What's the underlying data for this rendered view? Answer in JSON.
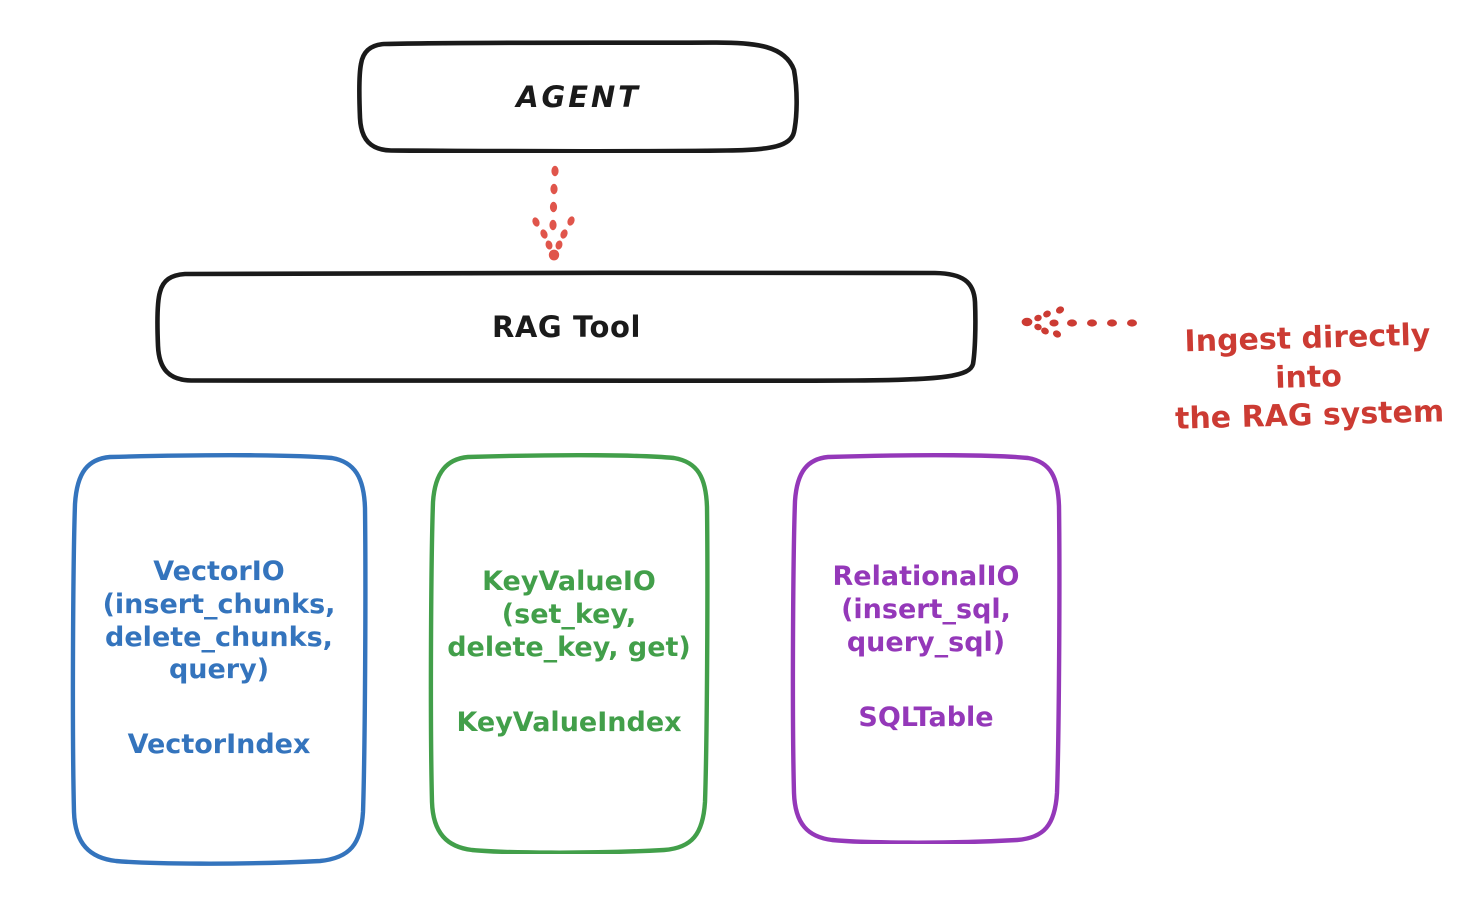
{
  "diagram": {
    "title_nodes": {
      "agent": {
        "label": "AGENT"
      },
      "rag_tool": {
        "label": "RAG Tool"
      }
    },
    "leaf_nodes": [
      {
        "id": "vector-io",
        "title": "VectorIO\n(insert_chunks,\ndelete_chunks,\nquery)",
        "index": "VectorIndex",
        "color": "#3474bd"
      },
      {
        "id": "key-value-io",
        "title": "KeyValueIO\n(set_key,\ndelete_key, get)",
        "index": "KeyValueIndex",
        "color": "#429f4a"
      },
      {
        "id": "relational-io",
        "title": "RelationalIO\n(insert_sql,\nquery_sql)",
        "index": "SQLTable",
        "color": "#9438b9"
      }
    ],
    "annotation": {
      "text": "Ingest directly into\nthe RAG system",
      "color": "#cc3b33"
    },
    "connectors": [
      {
        "id": "agent-to-rag-tool",
        "style": "dotted-arrow",
        "direction": "down",
        "color": "#e0554b"
      },
      {
        "id": "ingest-into-rag-tool",
        "style": "dotted-arrow",
        "direction": "left",
        "color": "#cc3b33"
      }
    ],
    "colors": {
      "stroke_black": "#1a1a1a",
      "background": "#ffffff",
      "blue": "#3474bd",
      "green": "#429f4a",
      "purple": "#9438b9",
      "red": "#cc3b33",
      "arrow_red": "#e0554b"
    }
  }
}
